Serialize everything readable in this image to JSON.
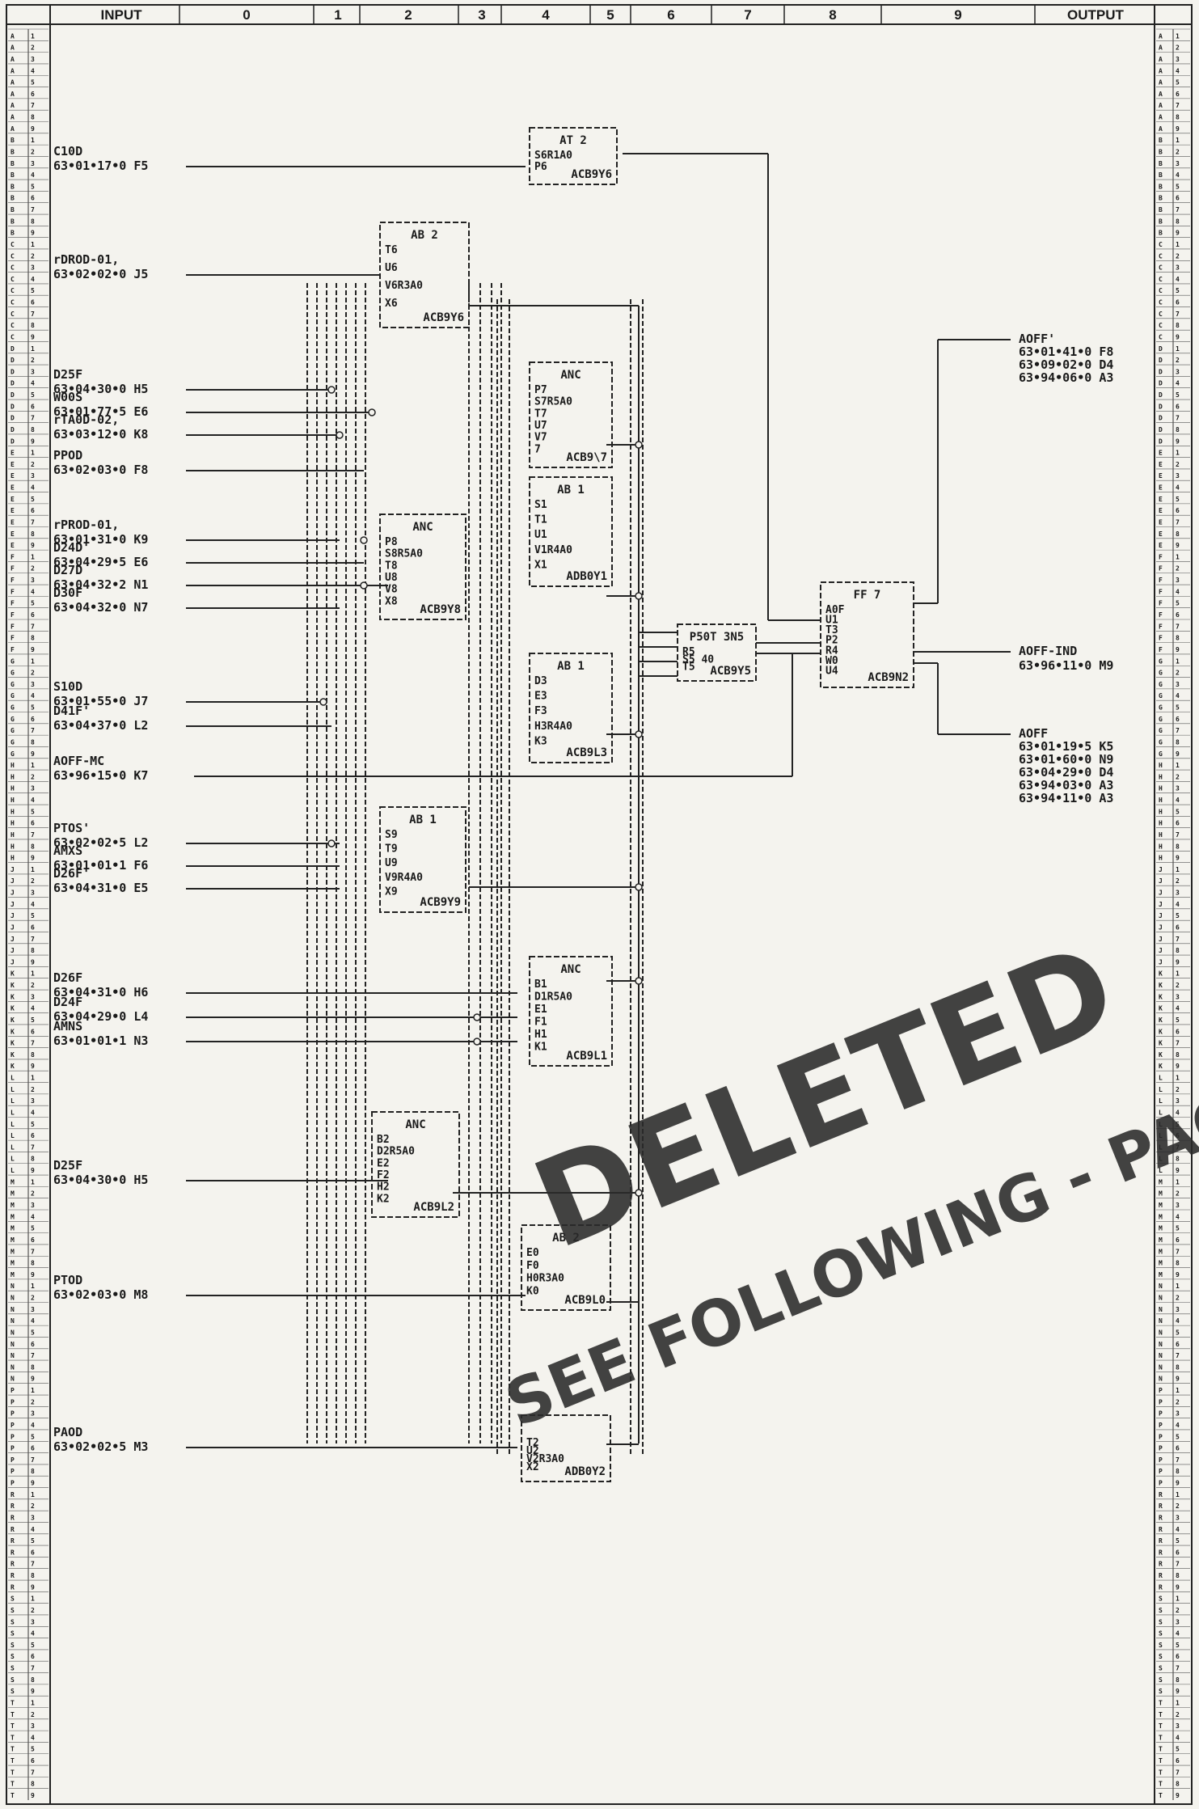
{
  "header": {
    "columns": [
      "INPUT",
      "0",
      "1",
      "2",
      "3",
      "4",
      "5",
      "6",
      "7",
      "8",
      "9",
      "OUTPUT"
    ]
  },
  "row_letters": [
    "A",
    "B",
    "C",
    "D",
    "E",
    "F",
    "G",
    "H",
    "J",
    "K",
    "L",
    "M",
    "N",
    "P",
    "R",
    "S",
    "T"
  ],
  "inputs": [
    {
      "id": "in-c10d",
      "label": "C10D",
      "ref": "63•01•17•0 F5"
    },
    {
      "id": "in-prod-01-a",
      "label": "rDROD-01,",
      "ref": "63•02•02•0 J5"
    },
    {
      "id": "in-d25f",
      "label": "D25F",
      "ref": "63•04•30•0 H5"
    },
    {
      "id": "in-w00s",
      "label": "W00S",
      "ref": "63•01•77•5 E6"
    },
    {
      "id": "in-tad0",
      "label": "rTA0D-02,",
      "ref": "63•03•12•0 K8"
    },
    {
      "id": "in-ppod",
      "label": "PPOD",
      "ref": "63•02•03•0 F8"
    },
    {
      "id": "in-prod-01-b",
      "label": "rPROD-01,",
      "ref": "63•01•31•0 K9"
    },
    {
      "id": "in-d24d",
      "label": "D24D'",
      "ref": "63•04•29•5 E6"
    },
    {
      "id": "in-d27d",
      "label": "D27D",
      "ref": "63•04•32•2 N1"
    },
    {
      "id": "in-d30f",
      "label": "D30F",
      "ref": "63•04•32•0 N7"
    },
    {
      "id": "in-s10d",
      "label": "S10D",
      "ref": "63•01•55•0 J7"
    },
    {
      "id": "in-d41f",
      "label": "D41F'",
      "ref": "63•04•37•0 L2"
    },
    {
      "id": "in-aoff-mc",
      "label": "AOFF-MC",
      "ref": "63•96•15•0 K7"
    },
    {
      "id": "in-ptos",
      "label": "PTOS'",
      "ref": "63•02•02•5 L2"
    },
    {
      "id": "in-amxs",
      "label": "AMXS",
      "ref": "63•01•01•1 F6"
    },
    {
      "id": "in-d26f-a",
      "label": "D26F'",
      "ref": "63•04•31•0 E5"
    },
    {
      "id": "in-d26f-b",
      "label": "D26F",
      "ref": "63•04•31•0 H6"
    },
    {
      "id": "in-d24f",
      "label": "D24F",
      "ref": "63•04•29•0 L4"
    },
    {
      "id": "in-amns",
      "label": "AMNS",
      "ref": "63•01•01•1 N3"
    },
    {
      "id": "in-d25f-b",
      "label": "D25F",
      "ref": "63•04•30•0 H5"
    },
    {
      "id": "in-ptod",
      "label": "PTOD",
      "ref": "63•02•03•0 M8"
    },
    {
      "id": "in-paod",
      "label": "PAOD",
      "ref": "63•02•02•5 M3"
    }
  ],
  "blocks": [
    {
      "id": "at2",
      "type": "AT 2",
      "pins": [
        "S6R1A0",
        "P6"
      ],
      "code": "ACB9Y6"
    },
    {
      "id": "ab2-top",
      "type": "AB 2",
      "pins": [
        "T6",
        "U6",
        "V6R3A0",
        "X6"
      ],
      "code": "ACB9Y6"
    },
    {
      "id": "anc-1",
      "type": "ANC",
      "pins": [
        "P7",
        "S7R5A0",
        "T7",
        "U7",
        "V7",
        "7"
      ],
      "code": "ACB9\\7"
    },
    {
      "id": "ab1-a",
      "type": "AB 1",
      "pins": [
        "S1",
        "T1",
        "U1",
        "V1R4A0",
        "X1"
      ],
      "code": "ADB0Y1"
    },
    {
      "id": "anc-2",
      "type": "ANC",
      "pins": [
        "P8",
        "S8R5A0",
        "T8",
        "U8",
        "V8",
        "X8"
      ],
      "code": "ACB9Y8"
    },
    {
      "id": "p50t",
      "type": "P50T 3N5",
      "pins": [
        "R5",
        "S5 40",
        "T5"
      ],
      "code": "ACB9Y5"
    },
    {
      "id": "ff7",
      "type": "FF 7",
      "pins": [
        "A0F",
        "U1",
        "T3",
        "P2",
        "R4",
        "W0",
        "U4"
      ],
      "code": "ACB9N2"
    },
    {
      "id": "ab1-b",
      "type": "AB 1",
      "pins": [
        "D3",
        "E3",
        "F3",
        "H3R4A0",
        "K3"
      ],
      "code": "ACB9L3"
    },
    {
      "id": "ab1-c",
      "type": "AB 1",
      "pins": [
        "S9",
        "T9",
        "U9",
        "V9R4A0",
        "X9"
      ],
      "code": "ACB9Y9"
    },
    {
      "id": "anc-3",
      "type": "ANC",
      "pins": [
        "B1",
        "D1R5A0",
        "E1",
        "F1",
        "H1",
        "K1"
      ],
      "code": "ACB9L1"
    },
    {
      "id": "anc-4",
      "type": "ANC",
      "pins": [
        "B2",
        "D2R5A0",
        "E2",
        "F2",
        "H2",
        "K2"
      ],
      "code": "ACB9L2"
    },
    {
      "id": "ab2-bot",
      "type": "AB 2",
      "pins": [
        "E0",
        "F0",
        "H0R3A0",
        "K0"
      ],
      "code": "ACB9L0"
    },
    {
      "id": "bot",
      "type": "",
      "pins": [
        "T2",
        "U2",
        "V2R3A0",
        "X2"
      ],
      "code": "ADB0Y2"
    }
  ],
  "outputs": [
    {
      "id": "out-aoff-p",
      "label": "AOFF'",
      "refs": [
        "63•01•41•0 F8",
        "63•09•02•0 D4",
        "63•94•06•0 A3"
      ]
    },
    {
      "id": "out-aoff-ind",
      "label": "AOFF-IND",
      "refs": [
        "63•96•11•0 M9"
      ]
    },
    {
      "id": "out-aoff",
      "label": "AOFF",
      "refs": [
        "63•01•19•5 K5",
        "63•01•60•0 N9",
        "63•04•29•0 D4",
        "63•94•03•0 A3",
        "63•94•11•0 A3"
      ]
    }
  ],
  "stamp": {
    "line1": "DELETED",
    "line2": "SEE FOLLOWING - PAGE"
  }
}
